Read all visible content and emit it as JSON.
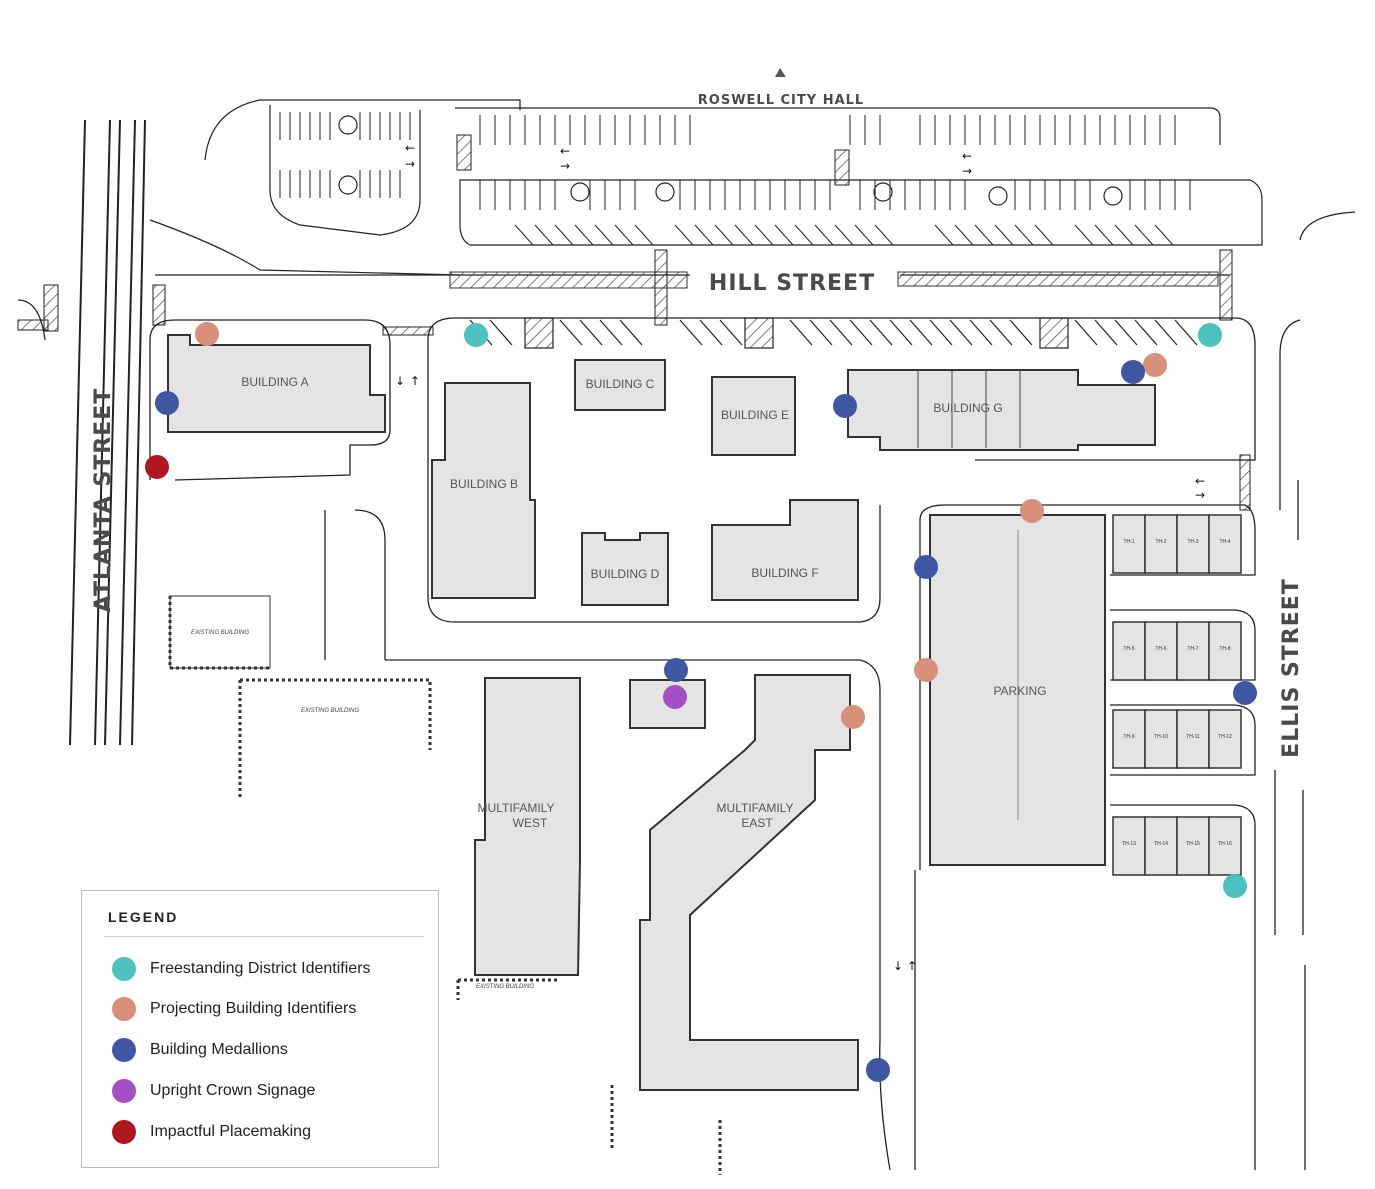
{
  "streets": {
    "north_label": "ROSWELL CITY HALL",
    "hill": "HILL STREET",
    "atlanta": "ATLANTA STREET",
    "ellis": "ELLIS STREET"
  },
  "buildings": {
    "a": "BUILDING A",
    "b": "BUILDING B",
    "c": "BUILDING C",
    "d": "BUILDING D",
    "e": "BUILDING E",
    "f": "BUILDING F",
    "g": "BUILDING G",
    "parking": "PARKING",
    "mf_west_1": "MULTIFAMILY",
    "mf_west_2": "WEST",
    "mf_east_1": "MULTIFAMILY",
    "mf_east_2": "EAST",
    "existing": "EXISTING BUILDING"
  },
  "townhomes": [
    "TH-1",
    "TH-2",
    "TH-3",
    "TH-4",
    "TH-5",
    "TH-6",
    "TH-7",
    "TH-8",
    "TH-9",
    "TH-10",
    "TH-11",
    "TH-12",
    "TH-13",
    "TH-14",
    "TH-15",
    "TH-16"
  ],
  "legend": {
    "title": "LEGEND",
    "items": [
      {
        "label": "Freestanding District Identifiers",
        "color": "#4cc1c0"
      },
      {
        "label": "Projecting Building Identifiers",
        "color": "#d9907a"
      },
      {
        "label": "Building Medallions",
        "color": "#3f57a3"
      },
      {
        "label": "Upright Crown Signage",
        "color": "#a64fc4"
      },
      {
        "label": "Impactful Placemaking",
        "color": "#b0161e"
      }
    ]
  },
  "colors": {
    "building_fill": "#e4e4e4",
    "line": "#333333"
  }
}
